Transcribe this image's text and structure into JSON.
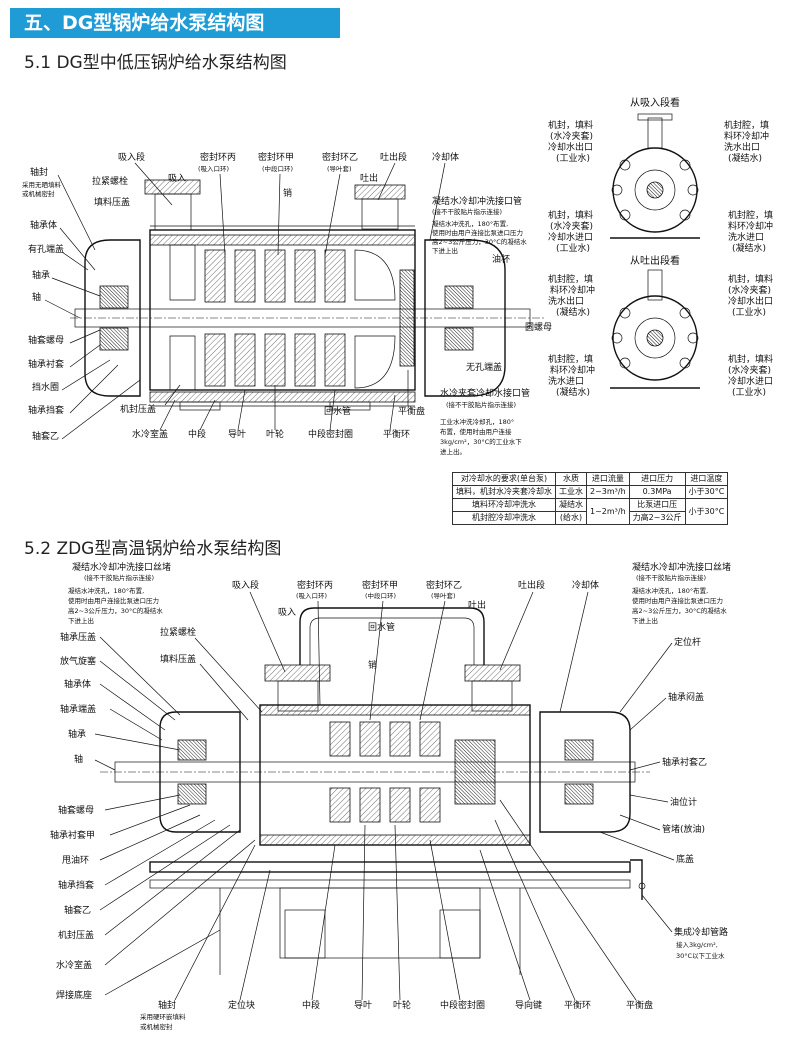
{
  "banner": "五、DG型锅炉给水泵结构图",
  "sec1_title": "5.1  DG型中低压锅炉给水泵结构图",
  "sec2_title": "5.2  ZDG型高温锅炉给水泵结构图",
  "d1": {
    "top": [
      "吸入段",
      "密封环丙",
      "(吸入口环)",
      "密封环甲",
      "(中段口环)",
      "密封环乙",
      "(导叶套)",
      "吐出段",
      "冷却体"
    ],
    "xiru": "吸入",
    "tuchu": "吐出",
    "xiao": "销",
    "left": [
      "轴封",
      "采用无晒填料",
      "或机械密封",
      "拉紧螺栓",
      "填料压盖",
      "轴承体",
      "有孔端盖",
      "轴承",
      "轴",
      "轴套螺母",
      "轴承衬套",
      "挡水圈",
      "轴承挡套",
      "轴套乙"
    ],
    "right": [
      "凝结水冷却冲洗接口管",
      "(接不干胶贴片指示连接)",
      "凝结水冲洗孔，180°布置,",
      "使用时由用户连接比泵进口压力",
      "高2~3公斤压力，30°C的凝结水",
      "下进上出",
      "油杯",
      "圆螺母",
      "无孔端盖"
    ],
    "bottom": [
      "机封压盖",
      "水冷室盖",
      "中段",
      "导叶",
      "叶轮",
      "中段密封圈",
      "回水管",
      "平衡环",
      "平衡盘"
    ],
    "watercool": [
      "水冷夹套冷却水接口管",
      "(接不干胶贴片指示连接)",
      "工业水冲洗冷却孔，180°",
      "布置，使用时由用户连接",
      "3kg/cm²，30°C的工业水下",
      "进上出。"
    ]
  },
  "views": {
    "suction_title": "从吸入段看",
    "discharge_title": "从吐出段看",
    "s_tl": [
      "机封，填料",
      "(水冷夹套)",
      "冷却水出口",
      "(工业水)"
    ],
    "s_tr": [
      "机封腔，填",
      "料环冷却冲",
      "洗水出口",
      "(凝结水)"
    ],
    "s_bl": [
      "机封，填料",
      "(水冷夹套)",
      "冷却水进口",
      "(工业水)"
    ],
    "s_br": [
      "机封腔，填",
      "料环冷却冲",
      "洗水进口",
      "(凝结水)"
    ],
    "d_tl": [
      "机封腔，填",
      "料环冷却冲",
      "洗水出口",
      "(凝结水)"
    ],
    "d_tr": [
      "机封，填料",
      "(水冷夹套)",
      "冷却水出口",
      "(工业水)"
    ],
    "d_bl": [
      "机封腔，填",
      "料环冷却冲",
      "洗水进口",
      "(凝结水)"
    ],
    "d_br": [
      "机封，填料",
      "(水冷夹套)",
      "冷却水进口",
      "(工业水)"
    ]
  },
  "table": {
    "h1": "对冷却水的要求(单台泵)",
    "h2": "水质",
    "h3": "进口流量",
    "h4": "进口压力",
    "h5": "进口温度",
    "r1c1": "填料，机封水冷夹套冷却水",
    "r1c2": "工业水",
    "r1c3": "2~3m³/h",
    "r1c4": "0.3MPa",
    "r1c5": "小于30°C",
    "r2c1": "填料环冷却冲洗水",
    "r3c1": "机封腔冷却冲洗水",
    "r2c2": "凝结水",
    "r3c2": "(给水)",
    "r2c3": "1~2m³/h",
    "r2c4": "比泵进口压",
    "r3c4": "力高2~3公斤",
    "r2c5": "小于30°C"
  },
  "d2": {
    "top": [
      "吸入段",
      "密封环丙",
      "(吸入口环)",
      "密封环甲",
      "(中段口环)",
      "密封环乙",
      "(导叶套)",
      "吐出段",
      "冷却体"
    ],
    "xiru": "吸入",
    "tuchu": "吐出",
    "huishui": "回水管",
    "xiao": "销",
    "left": [
      "轴承压盖",
      "放气旋塞",
      "轴承体",
      "轴承端盖",
      "轴承",
      "轴",
      "轴套螺母",
      "轴承衬套甲",
      "甩油环",
      "轴承挡套",
      "轴套乙",
      "机封压盖",
      "水冷室盖",
      "焊接底座"
    ],
    "mid": [
      "拉紧螺栓",
      "填料压盖"
    ],
    "right_note": [
      "凝结水冷却冲洗接口丝堵",
      "(接不干胶贴片指示连接)",
      "凝结水冲洗孔，180°布置,",
      "使用时由用户连接比泵进口压力",
      "高2~3公斤压力，30°C的凝结水",
      "下进上出"
    ],
    "right_note2": [
      "凝结水冷却冲洗接口丝堵",
      "(接不干胶贴片指示连接)",
      "凝结水冲洗孔，180°布置,",
      "使用时由用户连接比泵进口压力",
      "高2~3公斤压力，30°C的凝结水",
      "下进上出"
    ],
    "right": [
      "定位杆",
      "轴承闷盖",
      "轴承衬套乙",
      "油位计",
      "管堵(放油)",
      "底盖"
    ],
    "pipe": [
      "集成冷却管路",
      "接入3kg/cm²,",
      "30°C以下工业水"
    ],
    "bottom": [
      "轴封",
      "采用硬环嵌填料",
      "或机械密封",
      "定位块",
      "中段",
      "导叶",
      "叶轮",
      "中段密封圈",
      "导向键",
      "平衡环",
      "平衡盘"
    ]
  }
}
